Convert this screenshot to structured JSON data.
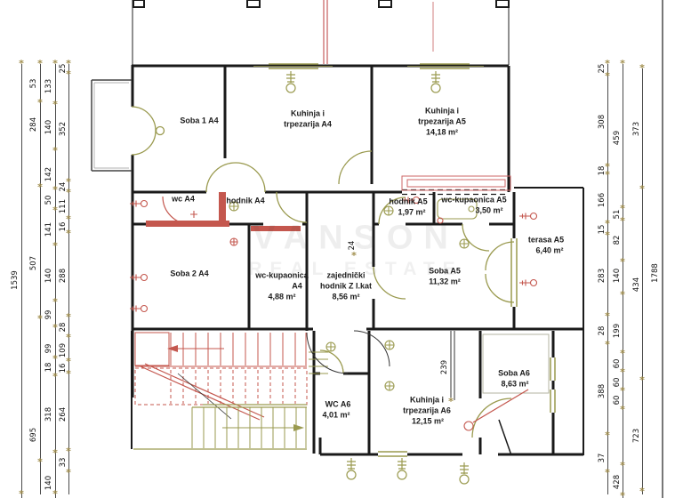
{
  "document": {
    "type": "architectural floor plan",
    "floor_reference": "Z I.kat"
  },
  "watermark": {
    "line1": "VANSON",
    "line2": "REAL ESTATE"
  },
  "colors": {
    "wall": "#1a1a1a",
    "fixture": "#9a9a4f",
    "electrical": "#c4574e",
    "dimension_tick": "#a08d4c"
  },
  "rooms": {
    "soba1_a4": "Soba 1 A4",
    "kuhinja_a4_1": "Kuhinja i",
    "kuhinja_a4_2": "trpezarija A4",
    "kuhinja_a5_1": "Kuhinja i",
    "kuhinja_a5_2": "trpezarija A5",
    "kuhinja_a5_area": "14,18 m²",
    "wc_a4": "wc A4",
    "hodnik_a4": "hodnik A4",
    "hodnik_a5_1": "hodnik A5",
    "hodnik_a5_area": "1,97 m²",
    "wc_kupaonica_a5_1": "wc-kupaonica A5",
    "wc_kupaonica_a5_area": "3,50 m²",
    "terasa_a5_1": "terasa A5",
    "terasa_a5_area": "6,40 m²",
    "soba2_a4": "Soba 2 A4",
    "wc_kupaonica_a4_1": "wc-kupaonica",
    "wc_kupaonica_a4_2": "A4",
    "wc_kupaonica_a4_area": "4,88 m²",
    "zajednicki_1": "zajednički",
    "zajednicki_2": "hodnik Z I.kat",
    "zajednicki_area": "8,56 m²",
    "soba_a5_1": "Soba A5",
    "soba_a5_area": "11,32 m²",
    "soba_a6_1": "Soba A6",
    "soba_a6_area": "8,63 m²",
    "wc_a6_1": "WC A6",
    "wc_a6_area": "4,01 m²",
    "kuhinja_a6_1": "Kuhinja i",
    "kuhinja_a6_2": "trpezarija A6",
    "kuhinja_a6_area": "12,15 m²"
  },
  "dimensions": {
    "left_total": "1539",
    "left_outer": [
      "53",
      "284",
      "507",
      "695"
    ],
    "left_mid": [
      "133",
      "140",
      "142",
      "50",
      "141",
      "140",
      "99",
      "99",
      "18",
      "318",
      "140"
    ],
    "left_inner": [
      "25",
      "352",
      "24",
      "111",
      "16",
      "288",
      "28",
      "109",
      "16",
      "264",
      "33"
    ],
    "right_inner": [
      "25",
      "308",
      "18",
      "166",
      "15",
      "283",
      "28",
      "388",
      "37"
    ],
    "right_mid": [
      "459",
      "51",
      "82",
      "140",
      "199",
      "60",
      "60",
      "60",
      "428"
    ],
    "right_outer": [
      "373",
      "434",
      "723"
    ],
    "right_total": "1788",
    "interior": [
      "239",
      "24"
    ]
  }
}
